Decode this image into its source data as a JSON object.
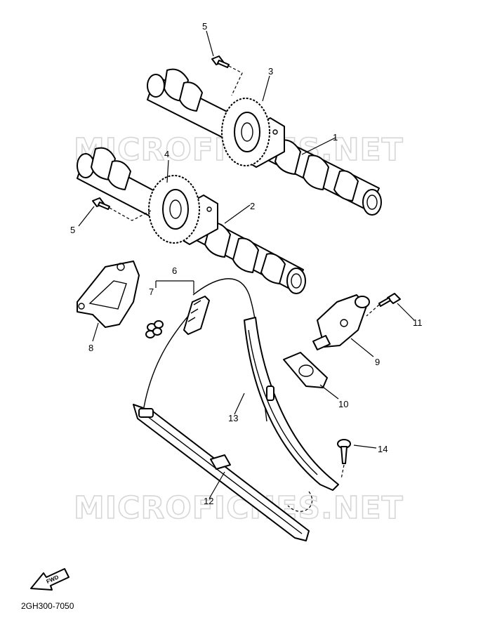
{
  "watermark": [
    "MICROFICHES.NET",
    "MICROFICHES.NET"
  ],
  "diagram_code": "2GH300-7050",
  "fwd_label": "FWD",
  "callouts": [
    "1",
    "2",
    "3",
    "4",
    "5",
    "5",
    "6",
    "7",
    "8",
    "9",
    "10",
    "11",
    "12",
    "13",
    "14"
  ]
}
